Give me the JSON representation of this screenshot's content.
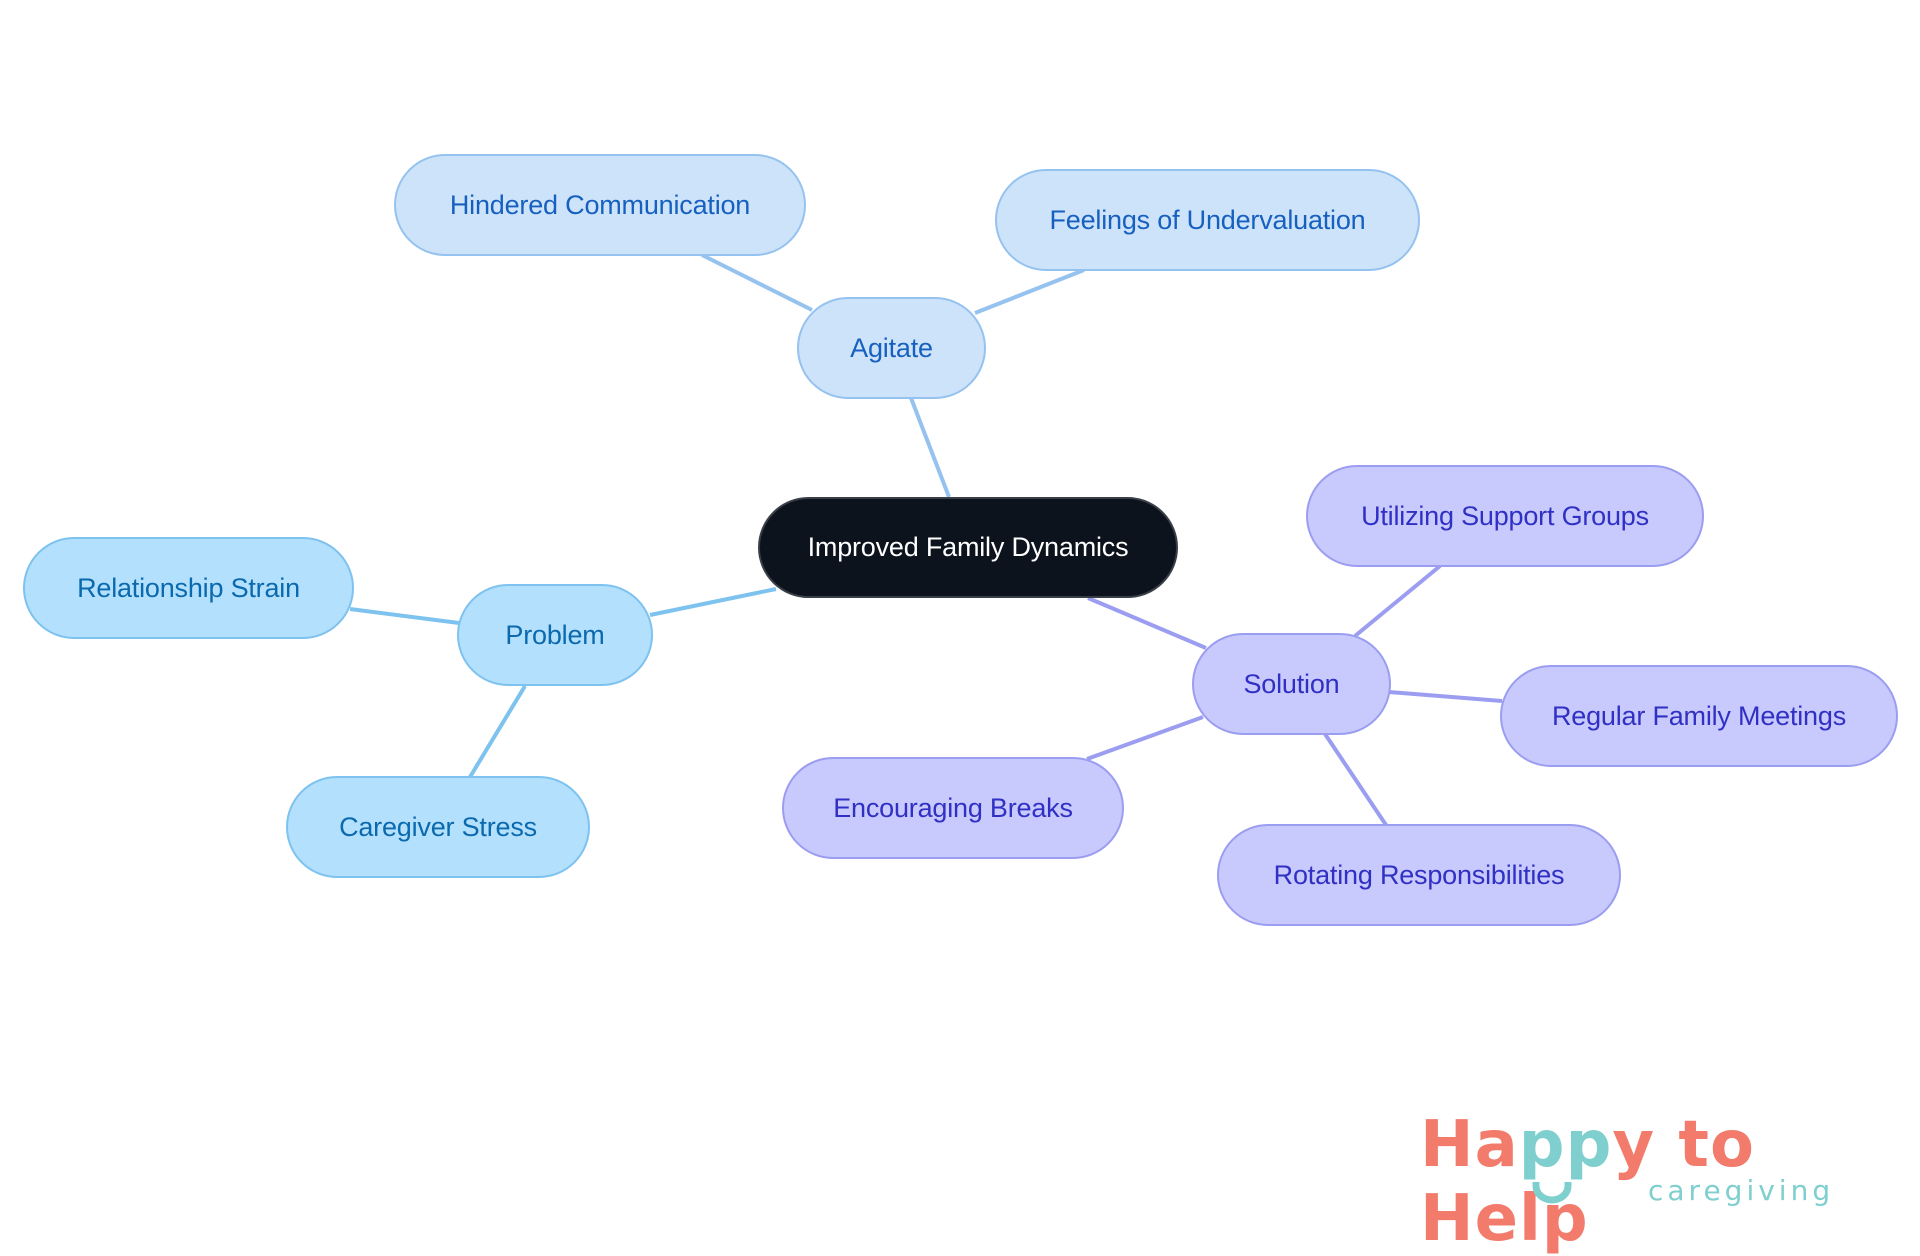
{
  "diagram": {
    "type": "mind-map",
    "root": {
      "label": "Improved Family Dynamics"
    },
    "branches": [
      {
        "id": "problem",
        "label": "Problem",
        "color": "#b3e0fd",
        "children": [
          {
            "label": "Relationship Strain"
          },
          {
            "label": "Caregiver Stress"
          }
        ]
      },
      {
        "id": "agitate",
        "label": "Agitate",
        "color": "#cde3fa",
        "children": [
          {
            "label": "Hindered Communication"
          },
          {
            "label": "Feelings of Undervaluation"
          }
        ]
      },
      {
        "id": "solution",
        "label": "Solution",
        "color": "#c8c9fc",
        "children": [
          {
            "label": "Utilizing Support Groups"
          },
          {
            "label": "Regular Family Meetings"
          },
          {
            "label": "Encouraging Breaks"
          },
          {
            "label": "Rotating Responsibilities"
          }
        ]
      }
    ]
  },
  "logo": {
    "part1": "Ha",
    "part2": "pp",
    "part3": "y to Help",
    "tagline": "caregiving",
    "colors": {
      "coral": "#f27b6b",
      "teal": "#7fcfcf"
    }
  }
}
